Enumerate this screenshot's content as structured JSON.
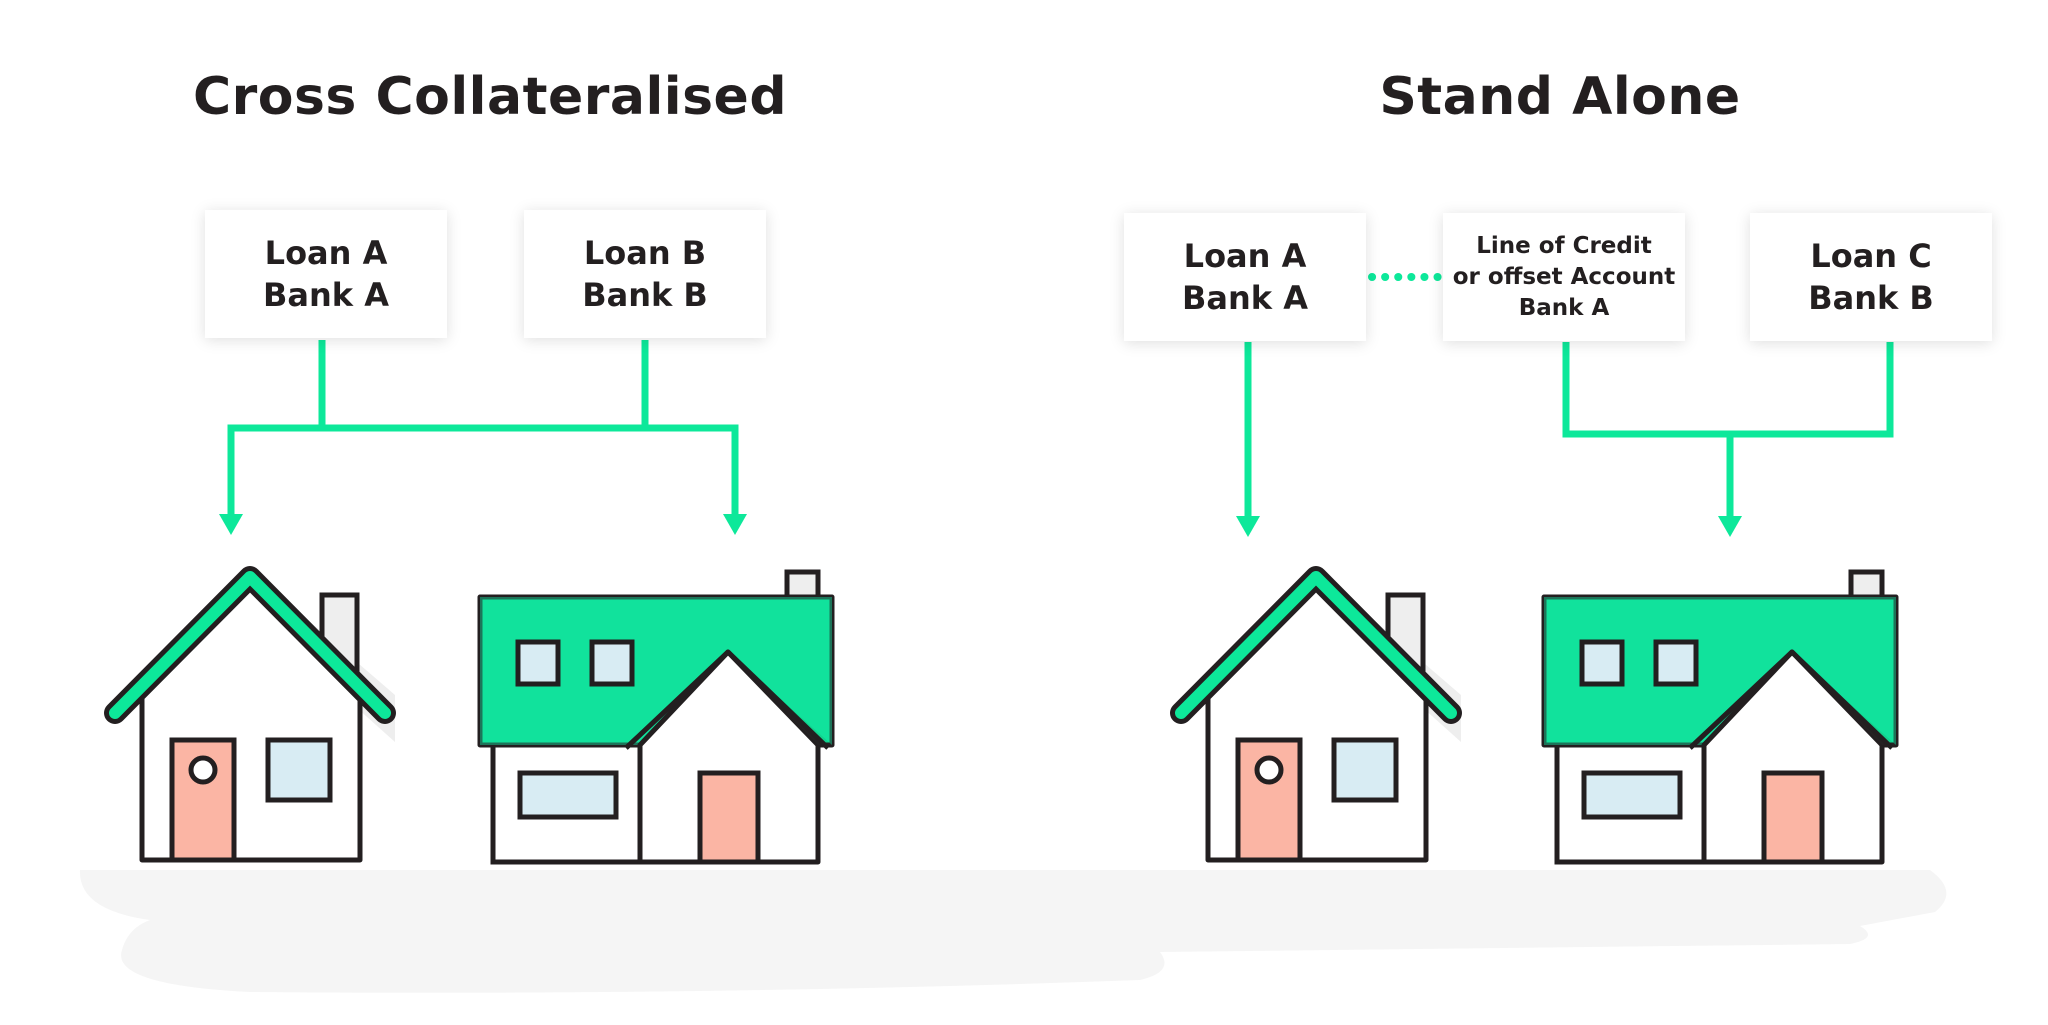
{
  "titles": {
    "left": "Cross Collateralised",
    "right": "Stand Alone"
  },
  "cross_collateralised": {
    "cards": [
      {
        "line1": "Loan A",
        "line2": "Bank A"
      },
      {
        "line1": "Loan B",
        "line2": "Bank B"
      }
    ]
  },
  "stand_alone": {
    "cards": [
      {
        "line1": "Loan A",
        "line2": "Bank A"
      },
      {
        "line1": "Line of Credit",
        "line2": "or offset Account",
        "line3": "Bank A"
      },
      {
        "line1": "Loan C",
        "line2": "Bank B"
      }
    ]
  },
  "colors": {
    "accent_green": "#0de89a",
    "outline": "#231f20",
    "door": "#fbb5a4",
    "window": "#d8ecf3",
    "ground": "#f5f5f5",
    "chimney": "#eeeeee"
  },
  "icons": [
    "arrow-down-icon",
    "house-icon",
    "dotted-link-icon"
  ]
}
